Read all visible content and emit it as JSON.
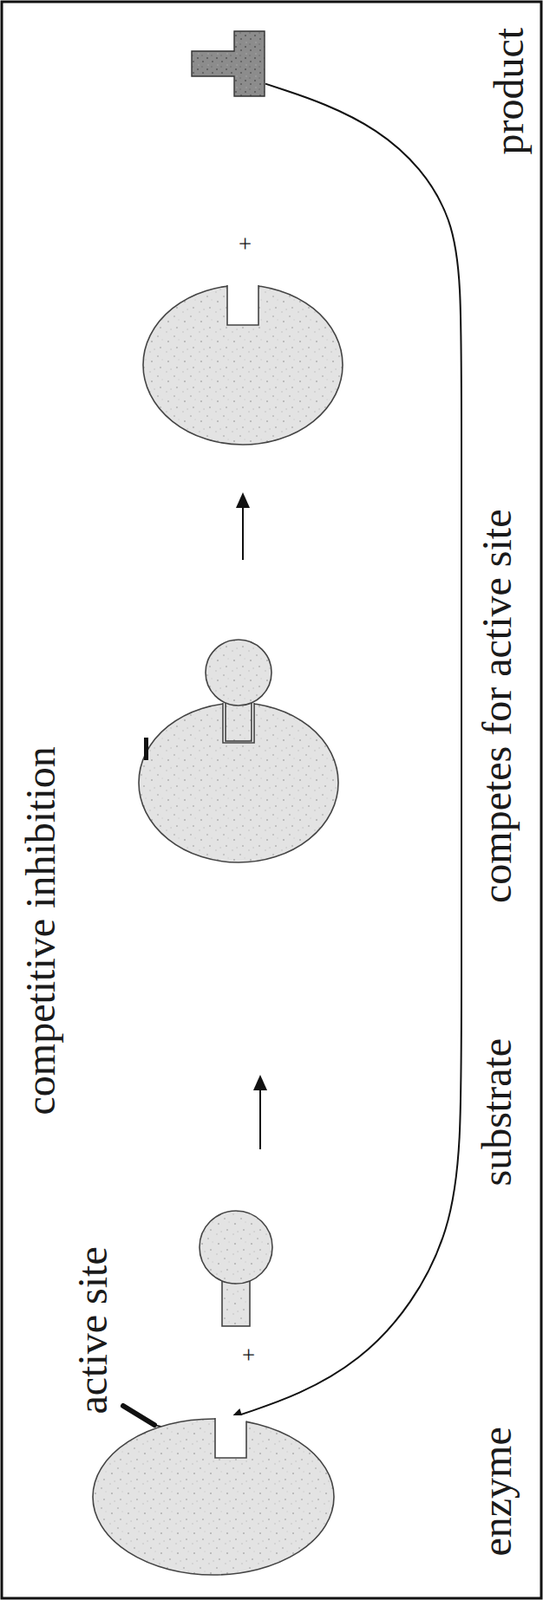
{
  "diagram": {
    "nodes": [
      {
        "text": [
          "enzyme"
        ]
      },
      {
        "text": [
          "substrate"
        ]
      },
      {
        "text": [
          "product"
        ]
      }
    ],
    "edges": [
      {
        "from": 2,
        "to": 0,
        "arrow": "to",
        "label": "competes for active site"
      }
    ],
    "labels": [
      "competitive inhibition",
      "active site",
      "+",
      "+"
    ]
  }
}
